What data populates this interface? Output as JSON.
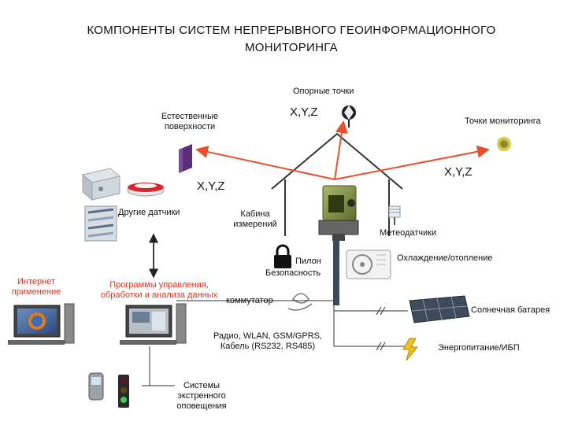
{
  "title_line1": "КОМПОНЕНТЫ СИСТЕМ НЕПРЕРЫВНОГО ГЕОИНФОРМАЦИОННОГО",
  "title_line2": "МОНИТОРИНГА",
  "labels": {
    "reference_points": "Опорные точки",
    "natural_surfaces_1": "Естественные",
    "natural_surfaces_2": "поверхности",
    "monitoring_points": "Точки мониторинга",
    "xyz_top": "X,Y,Z",
    "xyz_right": "X,Y,Z",
    "xyz_left": "X,Y,Z",
    "other_sensors": "Другие датчики",
    "cabin_1": "Кабина",
    "cabin_2": "измерений",
    "meteo_sensors": "Метеодатчики",
    "pylon": "Пилон",
    "security": "Безопасность",
    "cooling_heating": "Охлаждение/отопление",
    "internet_1": "Интернет",
    "internet_2": "применение",
    "control_programs_1": "Программы управления,",
    "control_programs_2": "обработки и анализа данных",
    "switch": "коммутатор",
    "solar_panel": "Солнечная батарея",
    "comm_1": "Радио, WLAN, GSM/GPRS,",
    "comm_2": "Кабель (RS232, RS485)",
    "power": "Энергопитание/ИБП",
    "emergency_1": "Системы",
    "emergency_2": "экстренного",
    "emergency_3": "оповещения"
  },
  "colors": {
    "arrow": "#e8502a",
    "line": "#333333",
    "accent_text": "#e0301c"
  }
}
